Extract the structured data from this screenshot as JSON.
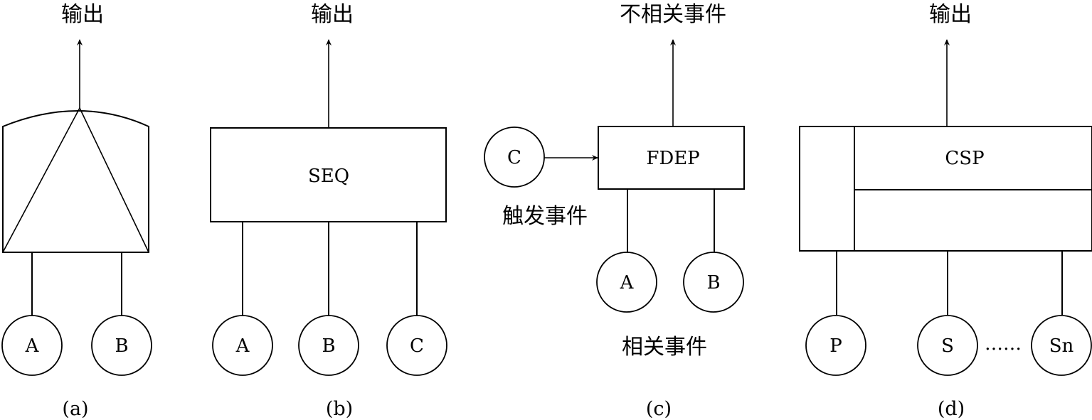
{
  "diagrams": {
    "a": {
      "caption": "(a)",
      "output_label": "输出",
      "inputs": [
        "A",
        "B"
      ]
    },
    "b": {
      "caption": "(b)",
      "output_label": "输出",
      "gate_label": "SEQ",
      "inputs": [
        "A",
        "B",
        "C"
      ]
    },
    "c": {
      "caption": "(c)",
      "output_label": "不相关事件",
      "gate_label": "FDEP",
      "trigger": "C",
      "trigger_label": "触发事件",
      "inputs": [
        "A",
        "B"
      ],
      "dependent_label": "相关事件"
    },
    "d": {
      "caption": "(d)",
      "output_label": "输出",
      "gate_label": "CSP",
      "primary": "P",
      "spares": [
        "S",
        "Sn"
      ],
      "ellipsis": "……"
    }
  }
}
